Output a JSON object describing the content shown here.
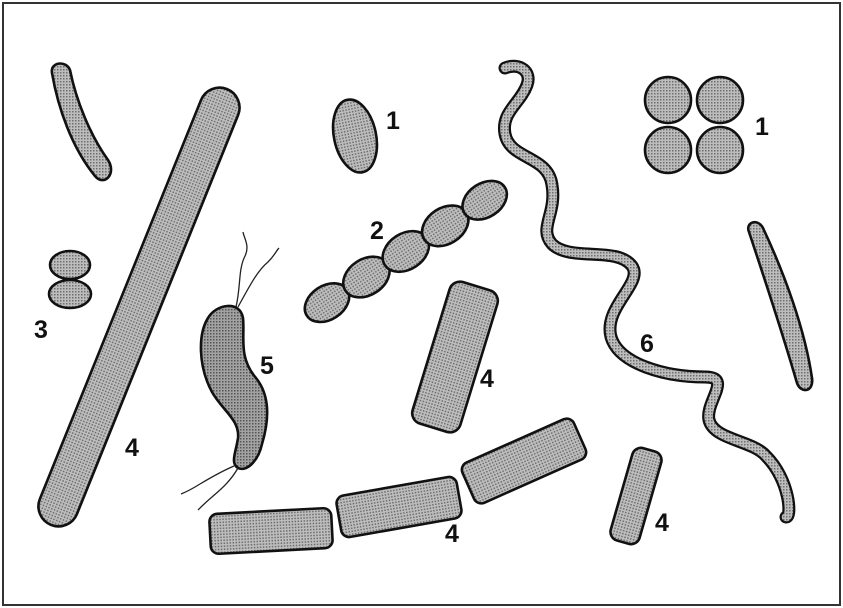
{
  "diagram": {
    "border_color": "#333333",
    "shading": "stippled grey",
    "labels": [
      "1",
      "1",
      "2",
      "3",
      "4",
      "4",
      "4",
      "4",
      "5",
      "6"
    ]
  }
}
